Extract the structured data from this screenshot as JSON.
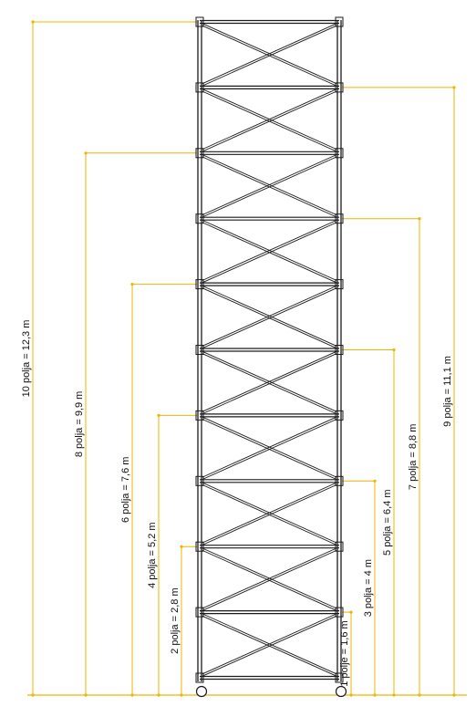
{
  "colors": {
    "dimension_line": "#f0b400",
    "structure": "#1a1a1a",
    "ground": "#f0b400"
  },
  "icons": {
    "support": "pin-support-circle"
  },
  "tower": {
    "panel_count": 10
  },
  "dimensions": {
    "left": [
      {
        "label": "10 polja = 12,3 m",
        "panels": 10
      },
      {
        "label": "8 polja = 9,9 m",
        "panels": 8
      },
      {
        "label": "6 polja = 7,6 m",
        "panels": 6
      },
      {
        "label": "4 polja = 5,2 m",
        "panels": 4
      },
      {
        "label": "2 polja = 2,8 m",
        "panels": 2
      }
    ],
    "right": [
      {
        "label": "1 polje = 1,6 m",
        "panels": 1
      },
      {
        "label": "3 polja = 4 m",
        "panels": 3
      },
      {
        "label": "5 polja = 6,4 m",
        "panels": 5
      },
      {
        "label": "7 polja = 8,8 m",
        "panels": 7
      },
      {
        "label": "9 polja = 11,1 m",
        "panels": 9
      }
    ]
  }
}
